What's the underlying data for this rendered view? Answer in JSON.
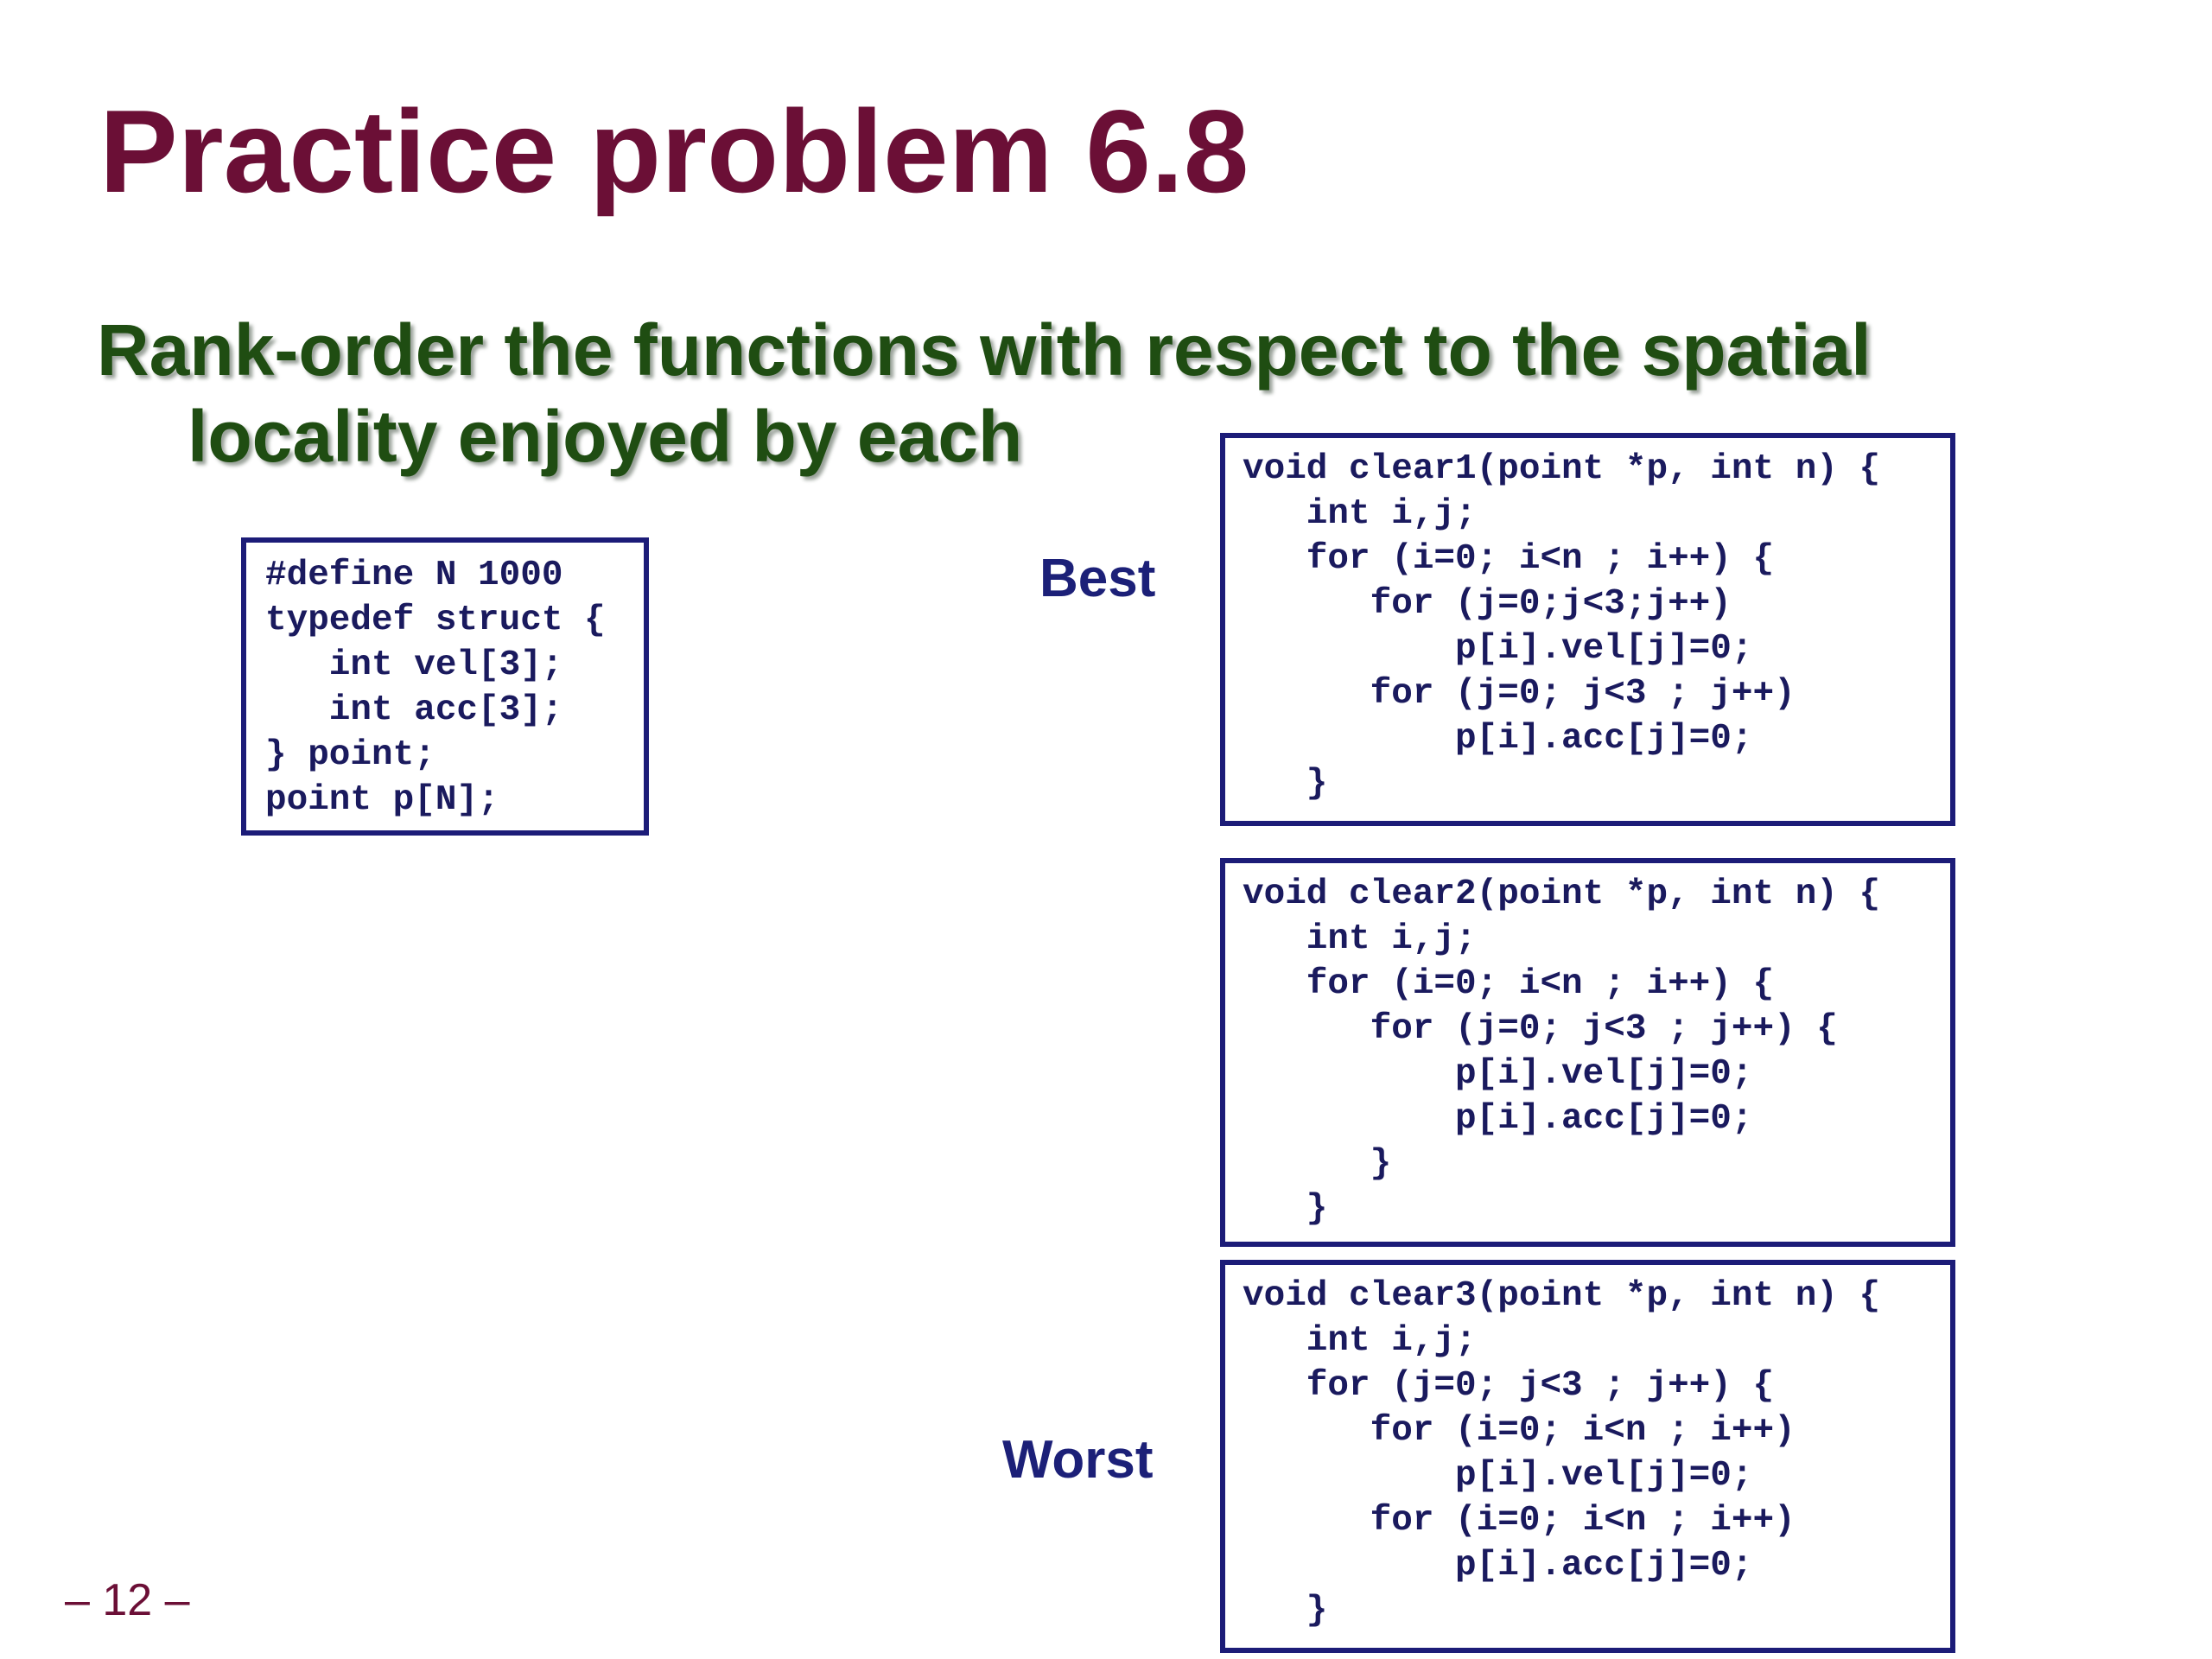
{
  "slide": {
    "title": "Practice problem 6.8",
    "subtitle_line1": "Rank-order the functions with respect to the spatial",
    "subtitle_line2": "locality enjoyed by each",
    "page_number": "– 12 –"
  },
  "definition_code": "#define N 1000\ntypedef struct {\n   int vel[3];\n   int acc[3];\n} point;\npoint p[N];",
  "ranking": {
    "best_label": "Best",
    "worst_label": "Worst"
  },
  "functions": [
    {
      "name": "clear1",
      "code": "void clear1(point *p, int n) {\n   int i,j;\n   for (i=0; i<n ; i++) {\n      for (j=0;j<3;j++)\n          p[i].vel[j]=0;\n      for (j=0; j<3 ; j++)\n          p[i].acc[j]=0;\n   }"
    },
    {
      "name": "clear2",
      "code": "void clear2(point *p, int n) {\n   int i,j;\n   for (i=0; i<n ; i++) {\n      for (j=0; j<3 ; j++) {\n          p[i].vel[j]=0;\n          p[i].acc[j]=0;\n      }\n   }"
    },
    {
      "name": "clear3",
      "code": "void clear3(point *p, int n) {\n   int i,j;\n   for (j=0; j<3 ; j++) {\n      for (i=0; i<n ; i++)\n          p[i].vel[j]=0;\n      for (i=0; i<n ; i++)\n          p[i].acc[j]=0;\n   }"
    }
  ]
}
